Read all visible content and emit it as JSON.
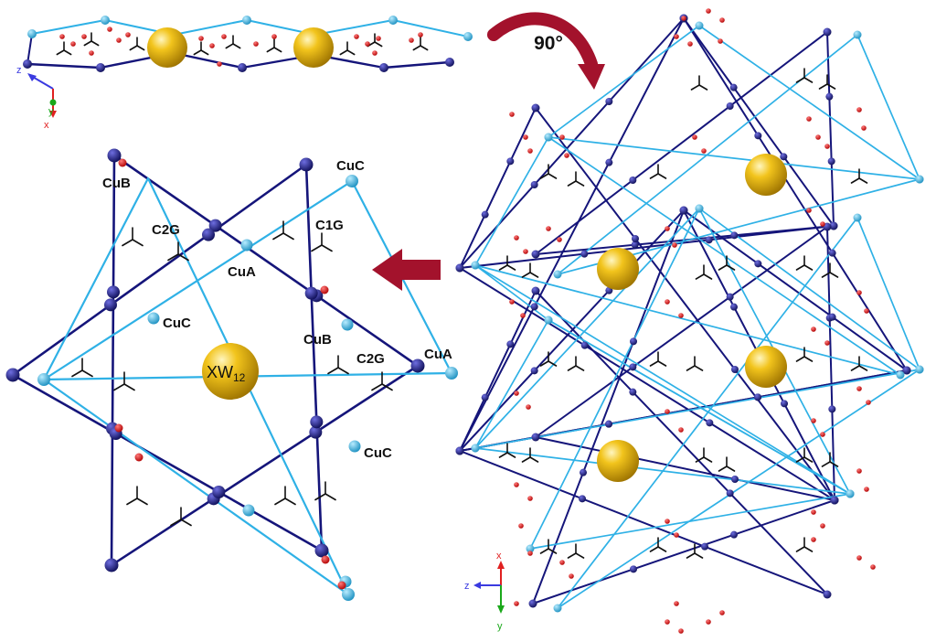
{
  "colors": {
    "dark_blue": "#15157a",
    "light_blue": "#2fb1e6",
    "gold": "#e8b50c",
    "oxygen_red": "#e01515",
    "ligand_black": "#111111",
    "arrow_red": "#a3122c",
    "axis_x": "#e02020",
    "axis_y": "#1aa81a",
    "axis_z": "#3a3ae0"
  },
  "rotation": {
    "label": "90°"
  },
  "left_panel": {
    "labels": {
      "cub_top": "CuB",
      "cuc_top": "CuC",
      "c2g_top": "C2G",
      "c1g": "C1G",
      "cua_top": "CuA",
      "cuc_left": "CuC",
      "cub_right": "CuB",
      "c2g_right": "C2G",
      "cua_right": "CuA",
      "cuc_bottom": "CuC"
    },
    "cluster": {
      "base": "XW",
      "sub": "12"
    }
  },
  "top_view_axes": {
    "z": "z",
    "y": "y",
    "x": "x"
  },
  "right_view_axes": {
    "x": "x",
    "z": "z",
    "y": "y"
  },
  "icons": {
    "rotate_arrow": "curved-arrow-icon",
    "point_arrow": "left-arrow-icon"
  }
}
